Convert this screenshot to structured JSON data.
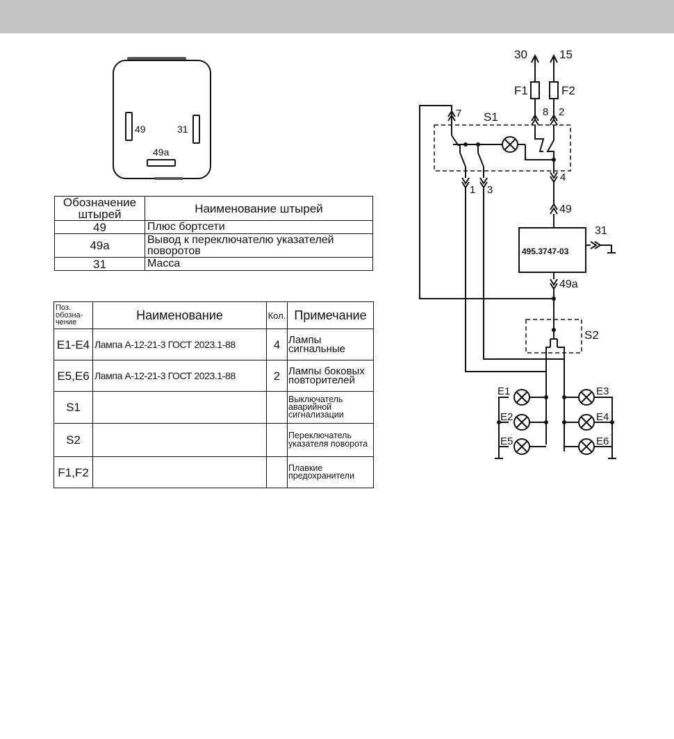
{
  "relay": {
    "pin_49": "49",
    "pin_31": "31",
    "pin_49a": "49a"
  },
  "pins_table": {
    "header": {
      "designation": "Обозначение штырей",
      "name": "Наименование штырей"
    },
    "rows": [
      {
        "pin": "49",
        "name": "Плюс бортсети"
      },
      {
        "pin": "49а",
        "name": "Вывод к переключателю указателей поворотов"
      },
      {
        "pin": "31",
        "name": "Масса"
      }
    ]
  },
  "parts_table": {
    "header": {
      "pos": "Поз. обозна-чение",
      "name": "Наименование",
      "qty": "Кол.",
      "note": "Примечание"
    },
    "rows": [
      {
        "pos": "E1-E4",
        "name": "Лампа А-12-21-3 ГОСТ 2023.1-88",
        "qty": "4",
        "note": "Лампы сигнальные"
      },
      {
        "pos": "E5,E6",
        "name": "Лампа А-12-21-3 ГОСТ 2023.1-88",
        "qty": "2",
        "note": "Лампы боковых повторителей"
      },
      {
        "pos": "S1",
        "name": "",
        "qty": "",
        "note": "Выключатель аварийной сигнализации"
      },
      {
        "pos": "S2",
        "name": "",
        "qty": "",
        "note": "Переключатель указателя поворота"
      },
      {
        "pos": "F1,F2",
        "name": "",
        "qty": "",
        "note": "Плавкие предохранители"
      }
    ]
  },
  "schematic": {
    "terminal_30": "30",
    "terminal_15": "15",
    "fuse_f1": "F1",
    "fuse_f2": "F2",
    "s1_label": "S1",
    "s2_label": "S2",
    "s1_pin_7": "7",
    "s1_pin_8": "8",
    "s1_pin_2": "2",
    "s1_pin_1": "1",
    "s1_pin_3": "3",
    "s1_pin_4": "4",
    "relay_pin_49": "49",
    "relay_pin_49a": "49a",
    "relay_pin_31": "31",
    "relay_model": "495.3747-03",
    "lamps": {
      "e1": "E1",
      "e2": "E2",
      "e3": "E3",
      "e4": "E4",
      "e5": "E5",
      "e6": "E6"
    }
  }
}
